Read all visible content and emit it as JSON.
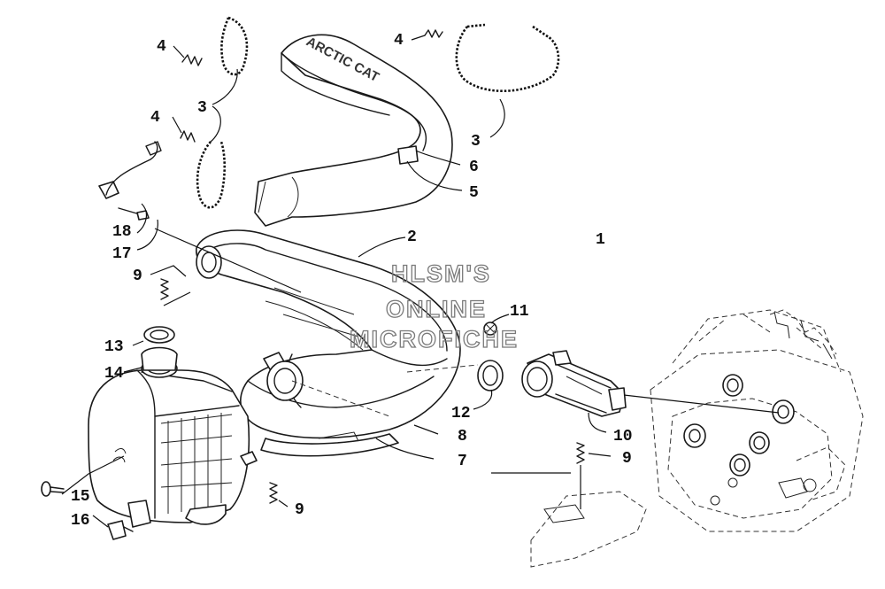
{
  "brand_text": "ARCTIC CAT",
  "watermark": {
    "line1": "HLSM'S",
    "line2": "ONLINE",
    "line3": "MICROFICHE"
  },
  "callouts": [
    {
      "id": "1",
      "label": "1"
    },
    {
      "id": "2",
      "label": "2"
    },
    {
      "id": "3a",
      "label": "3"
    },
    {
      "id": "3b",
      "label": "3"
    },
    {
      "id": "4a",
      "label": "4"
    },
    {
      "id": "4b",
      "label": "4"
    },
    {
      "id": "4c",
      "label": "4"
    },
    {
      "id": "5",
      "label": "5"
    },
    {
      "id": "6",
      "label": "6"
    },
    {
      "id": "7",
      "label": "7"
    },
    {
      "id": "8",
      "label": "8"
    },
    {
      "id": "9a",
      "label": "9"
    },
    {
      "id": "9b",
      "label": "9"
    },
    {
      "id": "9c",
      "label": "9"
    },
    {
      "id": "10",
      "label": "10"
    },
    {
      "id": "11",
      "label": "11"
    },
    {
      "id": "12",
      "label": "12"
    },
    {
      "id": "13",
      "label": "13"
    },
    {
      "id": "14",
      "label": "14"
    },
    {
      "id": "15",
      "label": "15"
    },
    {
      "id": "16",
      "label": "16"
    },
    {
      "id": "17",
      "label": "17"
    },
    {
      "id": "18",
      "label": "18"
    }
  ]
}
